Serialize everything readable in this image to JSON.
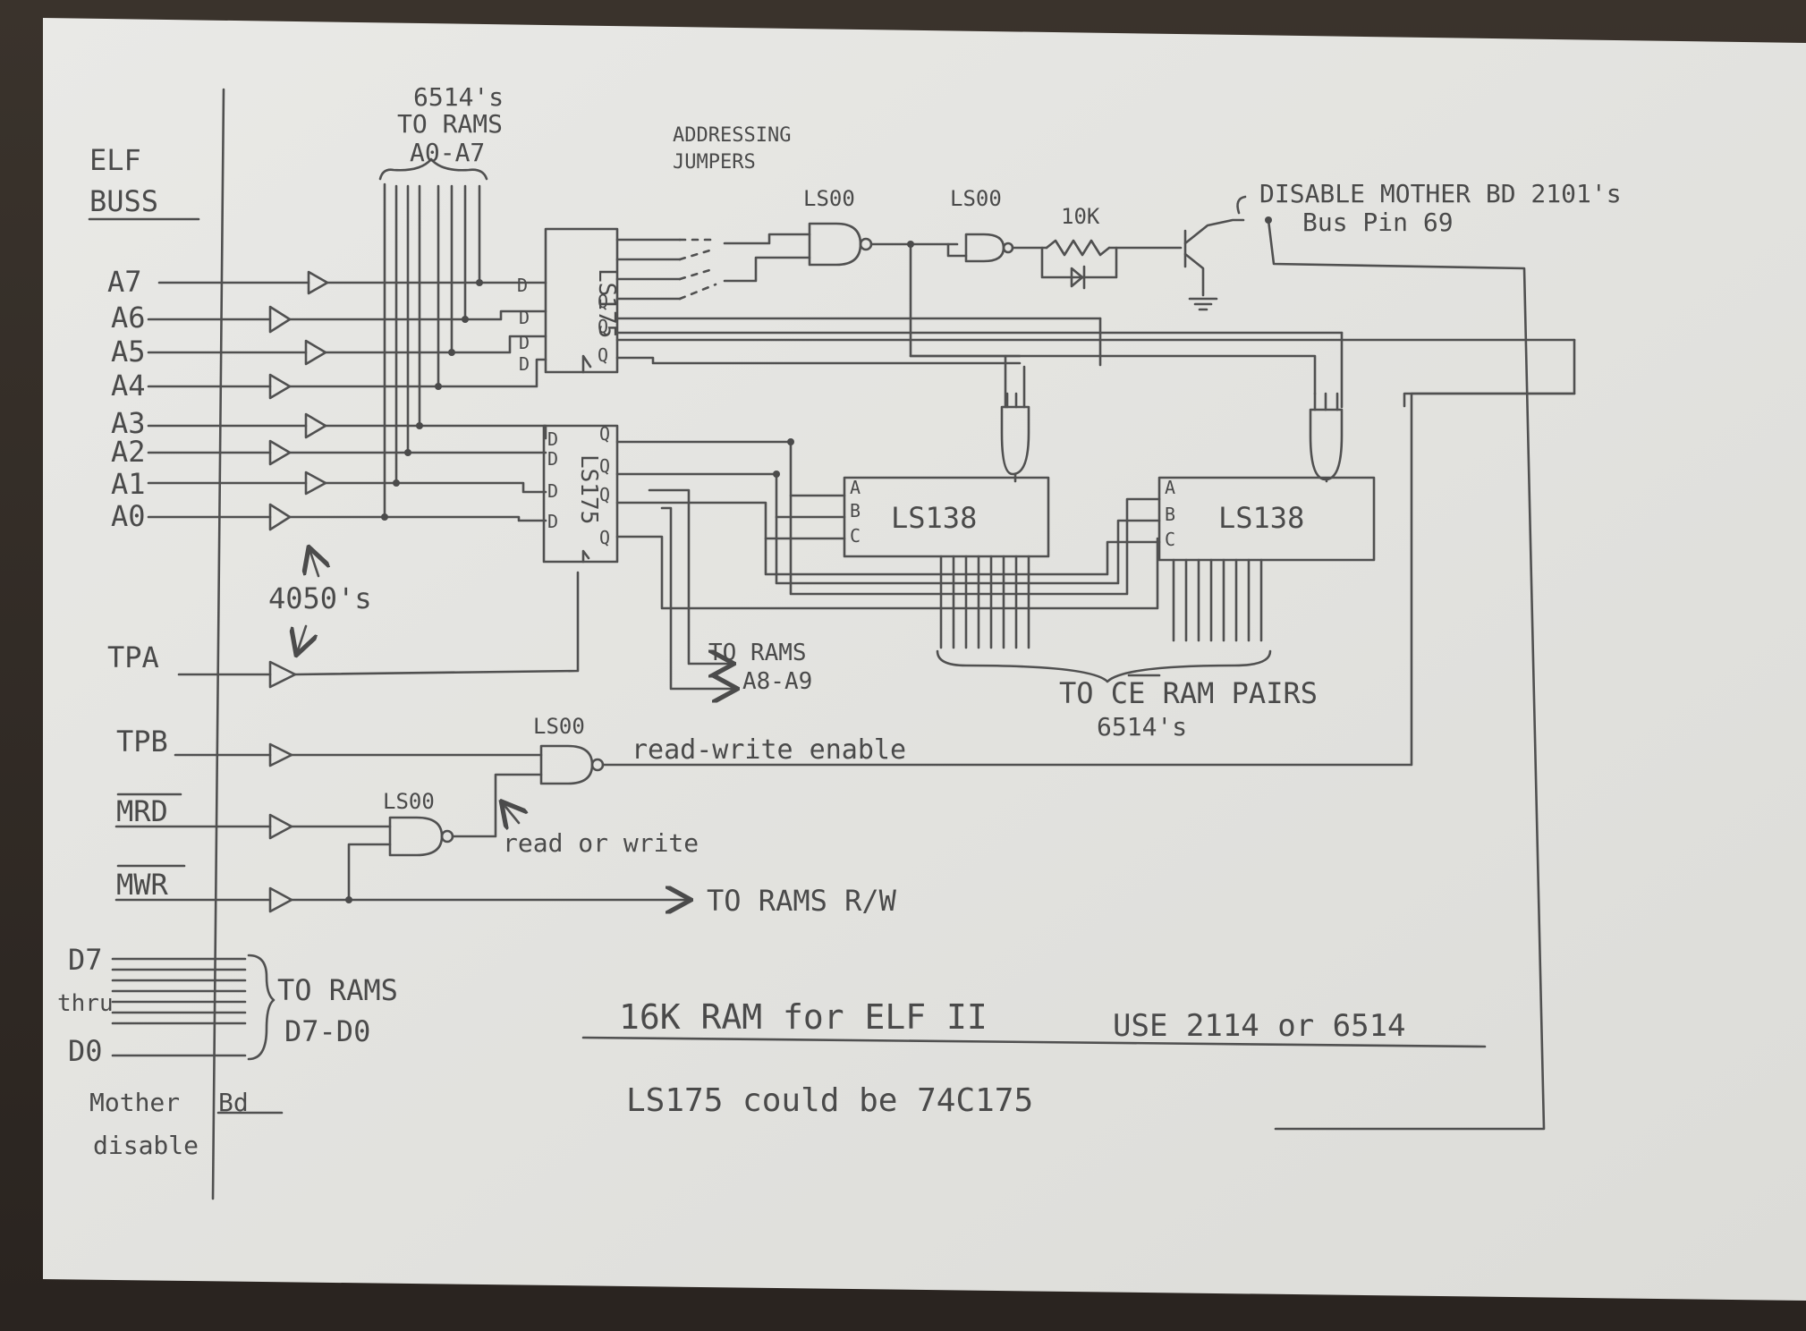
{
  "bus": {
    "title": [
      "ELF",
      "BUSS"
    ]
  },
  "address_lines": [
    "A7",
    "A6",
    "A5",
    "A4",
    "A3",
    "A2",
    "A1",
    "A0"
  ],
  "control_lines": {
    "tpa": "TPA",
    "tpb": "TPB",
    "mrd": "MRD",
    "mwr": "MWR"
  },
  "data_lines": {
    "d7": "D7",
    "thru": "thru",
    "d0": "D0",
    "dest": [
      "TO RAMS",
      "D7-D0"
    ]
  },
  "mother_disable": [
    "Mother",
    "disable"
  ],
  "mother_bd_suffix": "Bd",
  "top_label": [
    "6514's",
    "TO RAMS",
    "A0-A7"
  ],
  "jumpers_label": [
    "ADDRESSING",
    "JUMPERS"
  ],
  "buffer_label": "4050's",
  "chips": {
    "latch": "LS175",
    "decoder": "LS138",
    "nand": "LS00",
    "decoder_pins": [
      "A",
      "B",
      "C"
    ],
    "latch_d": "D",
    "latch_q": "Q"
  },
  "resistor": "10K",
  "disable_label": [
    "DISABLE MOTHER BD 2101's",
    "Bus Pin 69"
  ],
  "to_rams_a8_a9": [
    "TO RAMS",
    "A8-A9"
  ],
  "to_ce": [
    "TO CE RAM PAIRS",
    "6514's"
  ],
  "rw_enable": "read-write enable",
  "read_or_write": "read or write",
  "to_rams_rw": "TO RAMS R/W",
  "title": "16K RAM for ELF II",
  "use_note": "USE 2114 or 6514",
  "ls175_note": "LS175 could be 74C175",
  "colors": {
    "paper": "#e6e6e3",
    "ink": "#4b4b4b",
    "background": "#2a2622"
  }
}
